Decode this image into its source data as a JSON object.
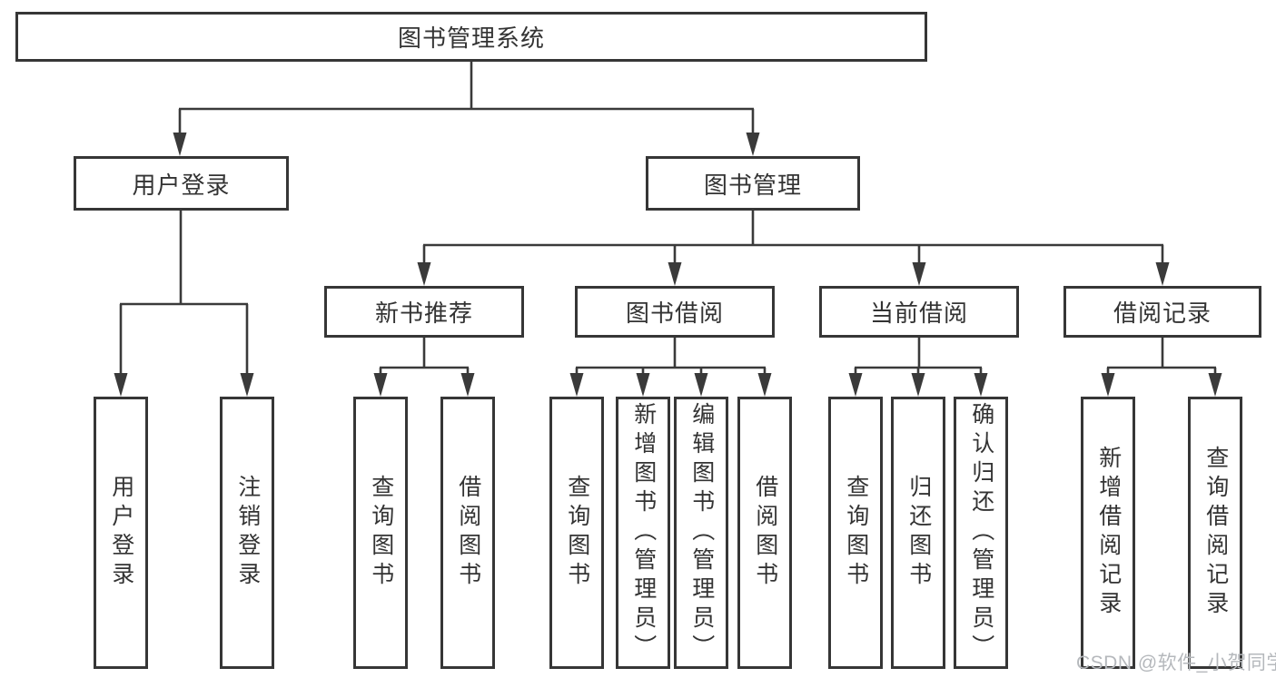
{
  "nodes": {
    "root": "图书管理系统",
    "user_login": "用户登录",
    "book_mgmt": "图书管理",
    "new_book_rec": "新书推荐",
    "book_borrow": "图书借阅",
    "current_borrow": "当前借阅",
    "borrow_records": "借阅记录",
    "leaf_user_login": "用户登录",
    "leaf_logout": "注销登录",
    "leaf_query_book_a": "查询图书",
    "leaf_borrow_book_a": "借阅图书",
    "leaf_query_book_b": "查询图书",
    "leaf_add_book": "新增图书（管理员）",
    "leaf_edit_book": "编辑图书（管理员）",
    "leaf_borrow_book_b": "借阅图书",
    "leaf_query_book_c": "查询图书",
    "leaf_return_book": "归还图书",
    "leaf_confirm_return": "确认归还（管理员）",
    "leaf_add_record": "新增借阅记录",
    "leaf_query_record": "查询借阅记录"
  },
  "hierarchy": {
    "图书管理系统": {
      "用户登录": [
        "用户登录",
        "注销登录"
      ],
      "图书管理": {
        "新书推荐": [
          "查询图书",
          "借阅图书"
        ],
        "图书借阅": [
          "查询图书",
          "新增图书（管理员）",
          "编辑图书（管理员）",
          "借阅图书"
        ],
        "当前借阅": [
          "查询图书",
          "归还图书",
          "确认归还（管理员）"
        ],
        "借阅记录": [
          "新增借阅记录",
          "查询借阅记录"
        ]
      }
    }
  },
  "watermark": "CSDN @软件_小贺同学",
  "colors": {
    "line": "#3a3a3a",
    "border": "#363636",
    "text": "#333333",
    "watermark": "#b5b8bc",
    "background": "#ffffff"
  }
}
